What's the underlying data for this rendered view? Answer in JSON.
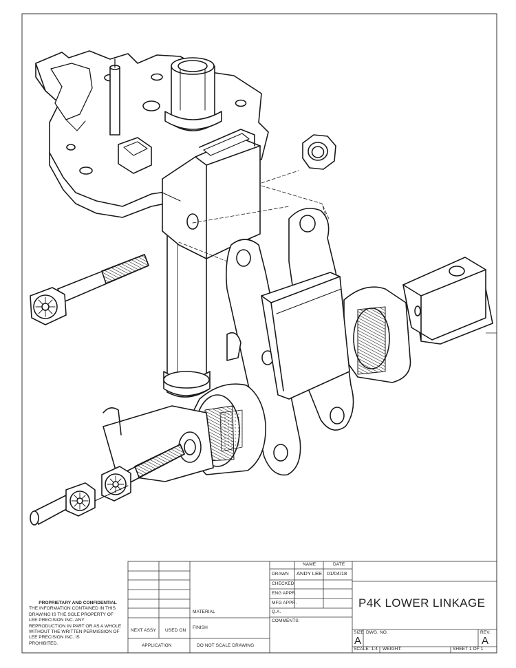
{
  "title_block": {
    "drawing_title": "P4K LOWER LINKAGE",
    "col_name": "NAME",
    "col_date": "DATE",
    "drawn_label": "DRAWN",
    "drawn_name": "ANDY LEE",
    "drawn_date": "01/04/18",
    "checked_label": "CHECKED",
    "eng_appr_label": "ENG APPR.",
    "mfg_appr_label": "MFG APPR.",
    "qa_label": "Q.A.",
    "comments_label": "COMMENTS:",
    "material_label": "MATERIAL",
    "finish_label": "FINISH",
    "next_assy_label": "NEXT ASSY",
    "used_on_label": "USED ON",
    "application_label": "APPLICATION",
    "do_not_scale": "DO NOT SCALE DRAWING",
    "size_label": "SIZE",
    "size_value": "A",
    "dwg_no_label": "DWG.  NO.",
    "rev_label": "REV.",
    "rev_value": "A",
    "scale_text": "SCALE: 1:4",
    "weight_label": "WEIGHT:",
    "sheet_text": "SHEET 1 OF 1"
  },
  "confidential": {
    "heading": "PROPRIETARY AND CONFIDENTIAL",
    "lines": [
      "THE INFORMATION CONTAINED IN THIS",
      "DRAWING IS THE SOLE PROPERTY OF",
      "LEE PRECISION INC.  ANY",
      "REPRODUCTION IN PART OR AS A WHOLE",
      "WITHOUT THE WRITTEN PERMISSION OF",
      "LEE PRECISION INC. IS",
      "PROHIBITED."
    ]
  }
}
